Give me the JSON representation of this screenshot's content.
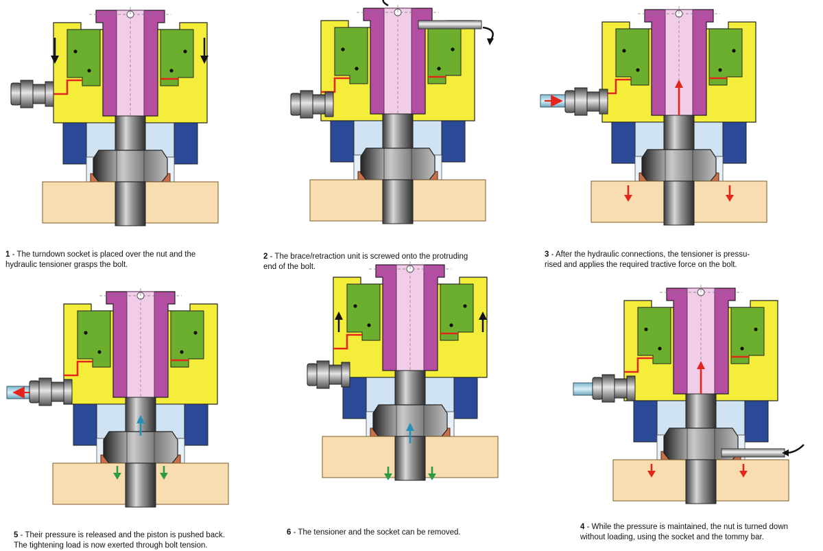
{
  "colors": {
    "steel_yellow": "#f4ee3a",
    "jaw_green": "#6cae2e",
    "socket_magenta": "#b34ea3",
    "puller_pink": "#f2cdea",
    "bridge_blue": "#2a4a98",
    "bridge_lightblue": "#cfe3f2",
    "flange_tan": "#f7ddb0",
    "washer_copper": "#c8704a",
    "arrow_red": "#e3261d",
    "arrow_teal": "#2591b8",
    "arrow_green": "#2f9a44",
    "arrow_black": "#111111"
  },
  "steps": [
    {
      "id": "step1",
      "number": "1",
      "separator": " - ",
      "text": "The turndown socket is placed over the nut and the\nhydraulic tensioner grasps the bolt.",
      "icons": [
        "down-arrow-icon",
        "hydraulic-coupler-icon"
      ]
    },
    {
      "id": "step2",
      "number": "2",
      "separator": " - ",
      "text": "The brace/retraction unit is screwed onto the protruding\nend of the bolt.",
      "icons": [
        "rotation-arrow-icon",
        "tommy-bar-icon",
        "hydraulic-coupler-icon"
      ]
    },
    {
      "id": "step3",
      "number": "3",
      "separator": " - ",
      "text": "After the hydraulic connections, the tensioner is pressu-\nrised and applies the required tractive force on the bolt.",
      "icons": [
        "hose-icon",
        "up-arrow-icon",
        "down-arrow-icon"
      ]
    },
    {
      "id": "step5",
      "number": "5",
      "separator": " - ",
      "text": "Their pressure is released and the piston is pushed back.\nThe tightening load is now exerted through bolt tension.",
      "icons": [
        "hose-icon",
        "up-arrow-icon",
        "down-arrow-icon"
      ]
    },
    {
      "id": "step6",
      "number": "6",
      "separator": " - ",
      "text": "The tensioner and the socket can be removed.",
      "icons": [
        "up-arrow-icon",
        "up-arrow-icon",
        "down-arrow-icon"
      ]
    },
    {
      "id": "step4",
      "number": "4",
      "separator": " - ",
      "text": "While the pressure is maintained, the nut is turned down\nwithout loading, using the socket and the tommy bar.",
      "icons": [
        "hose-icon",
        "up-arrow-icon",
        "tommy-bar-icon"
      ]
    }
  ]
}
